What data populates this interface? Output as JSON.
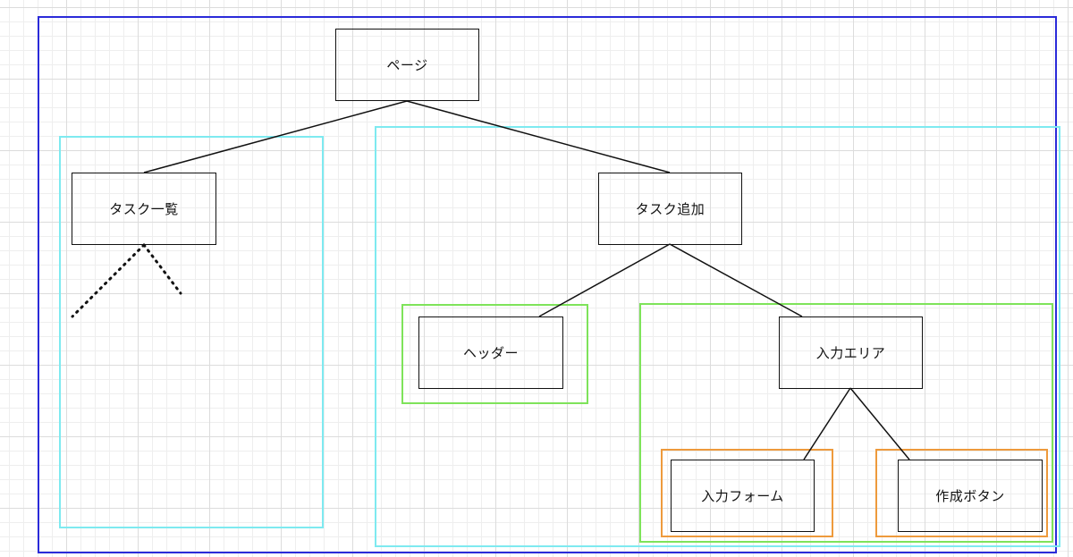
{
  "colors": {
    "page_frame": "#2b2bd9",
    "component_group": "#7eeaf0",
    "section_group": "#7ee35a",
    "element_group": "#ee9a3c",
    "node_border": "#111111",
    "edge": "#111111"
  },
  "nodes": {
    "page": "ページ",
    "task_list": "タスク一覧",
    "task_add": "タスク追加",
    "header": "ヘッダー",
    "input_area": "入力エリア",
    "input_form": "入力フォーム",
    "create_button": "作成ボタン"
  },
  "hierarchy": [
    {
      "parent": "page",
      "child": "task_list"
    },
    {
      "parent": "page",
      "child": "task_add"
    },
    {
      "parent": "task_add",
      "child": "header"
    },
    {
      "parent": "task_add",
      "child": "input_area"
    },
    {
      "parent": "input_area",
      "child": "input_form"
    },
    {
      "parent": "input_area",
      "child": "create_button"
    }
  ],
  "truncated_children": [
    "task_list"
  ]
}
